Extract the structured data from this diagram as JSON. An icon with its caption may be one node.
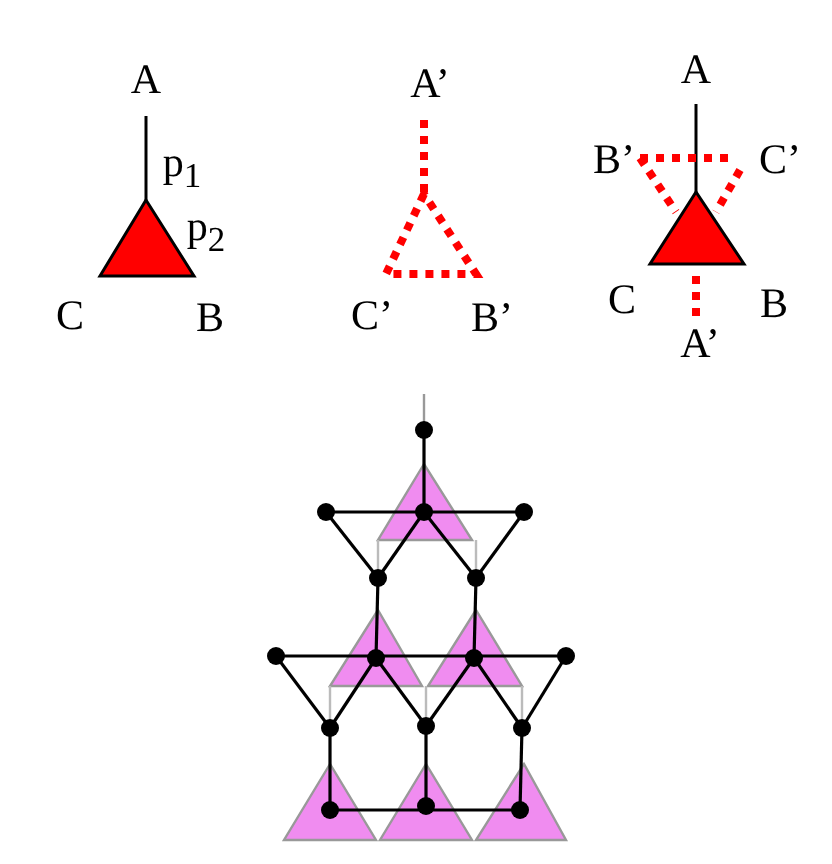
{
  "diagram": {
    "labels": [
      "A",
      "p$_{1}$",
      "p$_{2}$",
      "C",
      "B",
      "A’",
      "C’",
      "B’",
      "A",
      "B’",
      "C’",
      "C",
      "B",
      "A’"
    ]
  }
}
